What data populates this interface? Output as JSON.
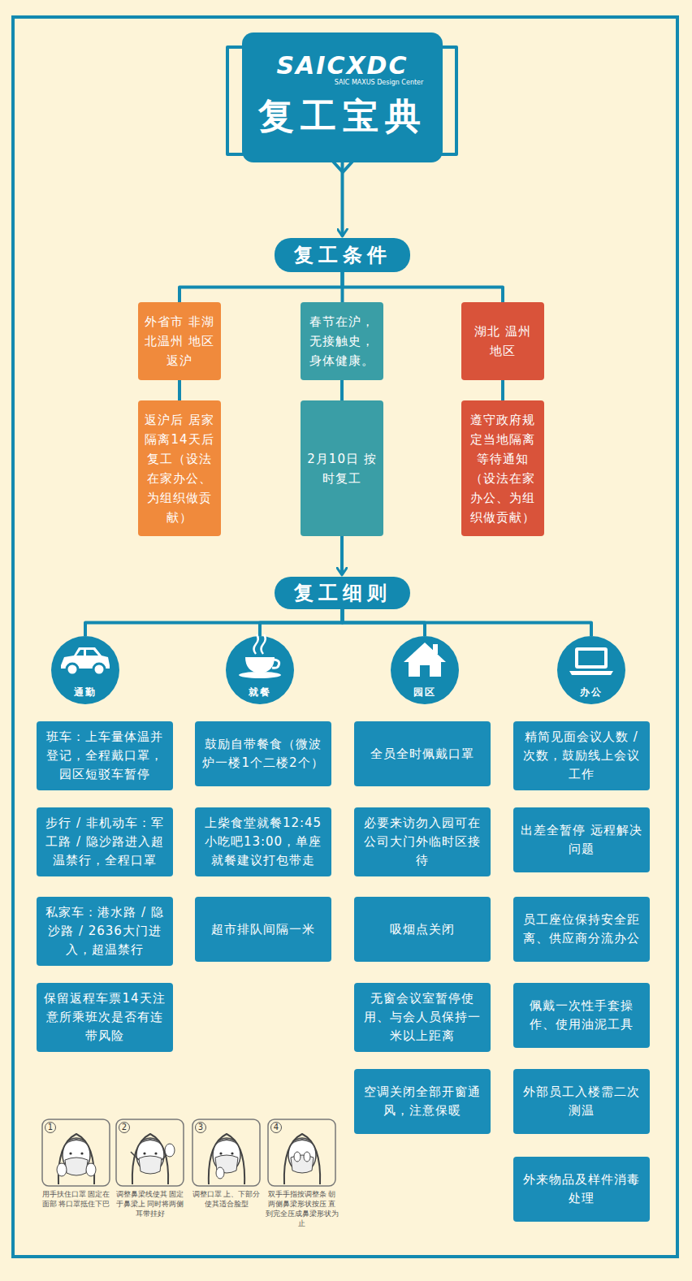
{
  "diagram": {
    "nodes": [
      {
        "text": [
          "SAICXDC",
          "SAIC MAXUS Design Center",
          "复工宝典"
        ]
      },
      {
        "text": [
          "复工条件"
        ]
      },
      {
        "text": [
          "外省市 非湖北温州 地区返沪"
        ]
      },
      {
        "text": [
          "春节在沪， 无接触史， 身体健康。"
        ]
      },
      {
        "text": [
          "湖北 温州 地区"
        ]
      },
      {
        "text": [
          "返沪后 居家隔离14天后复工（设法在家办公、为组织做贡献）"
        ]
      },
      {
        "text": [
          "2月10日 按时复工"
        ]
      },
      {
        "text": [
          "遵守政府规定当地隔离等待通知（设法在家办公、为组织做贡献）"
        ]
      },
      {
        "text": [
          "复工细则"
        ]
      },
      {
        "text": [
          "通勤"
        ]
      },
      {
        "text": [
          "就餐"
        ]
      },
      {
        "text": [
          "园区"
        ]
      },
      {
        "text": [
          "办公"
        ]
      },
      {
        "text": [
          "班车：上车量体温并登记，全程戴口罩，园区短驳车暂停"
        ]
      },
      {
        "text": [
          "步行 / 非机动车：军工路 / 隐沙路进入超温禁行，全程口罩"
        ]
      },
      {
        "text": [
          "私家车：港水路 / 隐沙路 / 2636大门进入，超温禁行"
        ]
      },
      {
        "text": [
          "保留返程车票14天注意所乘班次是否有连带风险"
        ]
      },
      {
        "text": [
          "鼓励自带餐食（微波炉一楼1个二楼2个）"
        ]
      },
      {
        "text": [
          "上柴食堂就餐12:45小吃吧13:00，单座就餐建议打包带走"
        ]
      },
      {
        "text": [
          "超市排队间隔一米"
        ]
      },
      {
        "text": [
          "全员全时佩戴口罩"
        ]
      },
      {
        "text": [
          "必要来访勿入园可在公司大门外临时区接待"
        ]
      },
      {
        "text": [
          "吸烟点关闭"
        ]
      },
      {
        "text": [
          "无窗会议室暂停使用、与会人员保持一米以上距离"
        ]
      },
      {
        "text": [
          "空调关闭全部开窗通风，注意保暖"
        ]
      },
      {
        "text": [
          "精简见面会议人数 / 次数，鼓励线上会议工作"
        ]
      },
      {
        "text": [
          "出差全暂停 远程解决问题"
        ]
      },
      {
        "text": [
          "员工座位保持安全距离、供应商分流办公"
        ]
      },
      {
        "text": [
          "佩戴一次性手套操作、使用油泥工具"
        ]
      },
      {
        "text": [
          "外部员工入楼需二次测温"
        ]
      },
      {
        "text": [
          "外来物品及样件消毒处理"
        ]
      }
    ],
    "edges": [
      {
        "from": 0,
        "to": 1,
        "arrow": "to"
      },
      {
        "from": 1,
        "to": 2,
        "arrow": "none"
      },
      {
        "from": 1,
        "to": 3,
        "arrow": "none"
      },
      {
        "from": 1,
        "to": 4,
        "arrow": "none"
      },
      {
        "from": 2,
        "to": 5,
        "arrow": "none"
      },
      {
        "from": 3,
        "to": 6,
        "arrow": "none"
      },
      {
        "from": 4,
        "to": 7,
        "arrow": "none"
      },
      {
        "from": 6,
        "to": 8,
        "arrow": "to"
      },
      {
        "from": 8,
        "to": 9,
        "arrow": "none"
      },
      {
        "from": 8,
        "to": 10,
        "arrow": "none"
      },
      {
        "from": 8,
        "to": 11,
        "arrow": "none"
      },
      {
        "from": 8,
        "to": 12,
        "arrow": "none"
      }
    ],
    "labels": [
      "1",
      "2",
      "3",
      "4",
      "用手扶住口罩 固定在面部 将口罩抵住下巴",
      "调整鼻梁线使其 固定于鼻梁上 同时将两侧耳带挂好",
      "调整口罩 上、下部分 使其适合脸型",
      "双手手指按调整条 朝两侧鼻梁形状按压 直到完全压成鼻梁形状为止"
    ]
  }
}
